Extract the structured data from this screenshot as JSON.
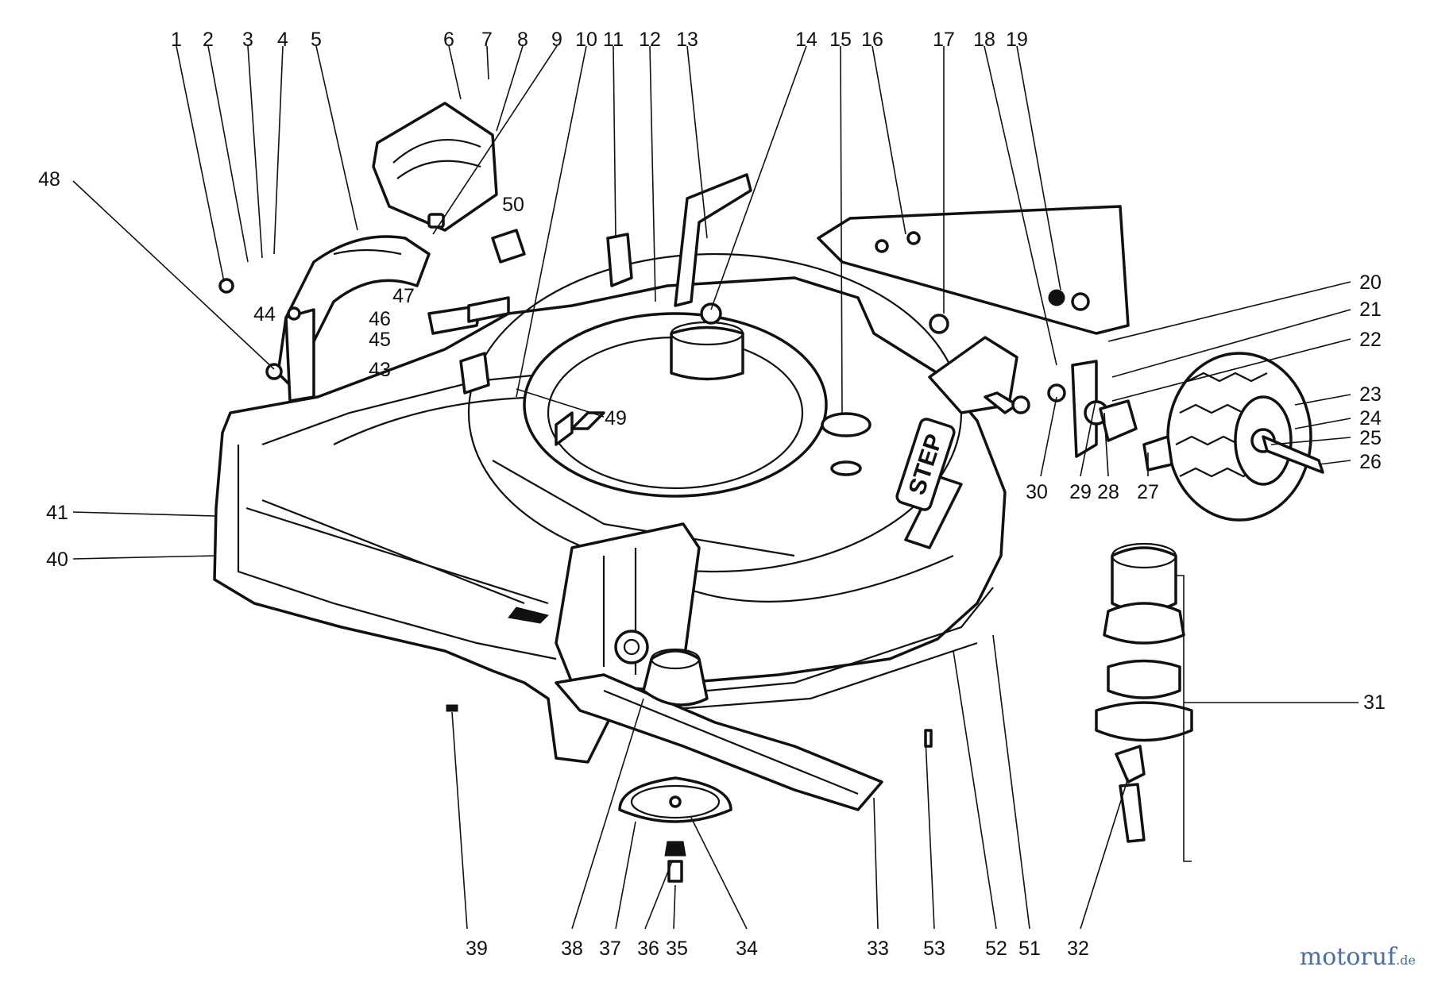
{
  "title": "",
  "callouts": [
    "1",
    "2",
    "3",
    "4",
    "5",
    "6",
    "7",
    "8",
    "9",
    "10",
    "11",
    "12",
    "13",
    "14",
    "15",
    "16",
    "17",
    "18",
    "19",
    "20",
    "21",
    "22",
    "23",
    "24",
    "25",
    "26",
    "27",
    "28",
    "29",
    "30",
    "31",
    "32",
    "33",
    "34",
    "35",
    "36",
    "37",
    "38",
    "39",
    "40",
    "41",
    "43",
    "44",
    "45",
    "46",
    "47",
    "48",
    "49",
    "50",
    "51",
    "52",
    "53"
  ],
  "deck_logo_text": "STEP",
  "watermark": {
    "main": "motoruf",
    "accent": "",
    "suffix": ".de"
  },
  "colors": {
    "line": "#111111",
    "background": "#ffffff",
    "watermark_blue": "#4a6fa5",
    "watermark_orange": "#e08a1e"
  }
}
